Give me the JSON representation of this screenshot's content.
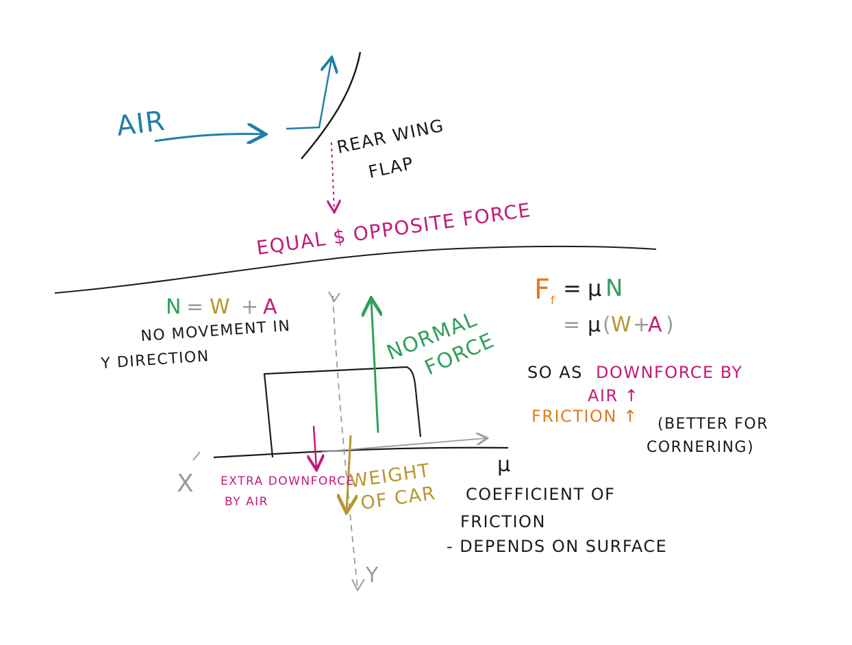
{
  "colors": {
    "black": "#1a1a1a",
    "blue": "#1f7fa6",
    "pink": "#c21a78",
    "green": "#2fa05a",
    "gold": "#b8962e",
    "orange": "#e07a1c",
    "gray": "#9a9a9a"
  },
  "top": {
    "air": "AIR",
    "rear_wing_1": "REAR WING",
    "rear_wing_2": "FLAP",
    "equal_force": "EQUAL $ OPPOSITE FORCE"
  },
  "left": {
    "eq_n": "N",
    "eq_eq": "=",
    "eq_w": "W",
    "eq_plus": "+",
    "eq_a": "A",
    "note_1": "NO MOVEMENT IN",
    "note_2": "Y DIRECTION"
  },
  "diagram": {
    "normal_1": "NORMAL",
    "normal_2": "FORCE",
    "extra_1": "EXTRA DOWNFORCE",
    "extra_2": "BY AIR",
    "weight_1": "WEIGHT",
    "weight_2": "OF CAR",
    "x_axis": "X",
    "y_axis": "Y",
    "mu": "μ"
  },
  "coefficient": {
    "line_1": "COEFFICIENT OF",
    "line_2": "FRICTION",
    "line_3": "- DEPENDS ON SURFACE"
  },
  "right": {
    "ff_f": "F",
    "ff_sub": "f",
    "ff_eq": "=",
    "ff_mu": "μ",
    "ff_n": "N",
    "l2_eq": "=",
    "l2_mu": "μ",
    "l2_open": "(",
    "l2_w": "W",
    "l2_plus": "+",
    "l2_a": "A",
    "l2_close": ")",
    "so_as": "SO AS",
    "downforce_by": "DOWNFORCE BY",
    "air_up": "AIR ↑",
    "friction_up": "FRICTION ↑",
    "better_1": "(BETTER FOR",
    "better_2": "CORNERING)"
  }
}
